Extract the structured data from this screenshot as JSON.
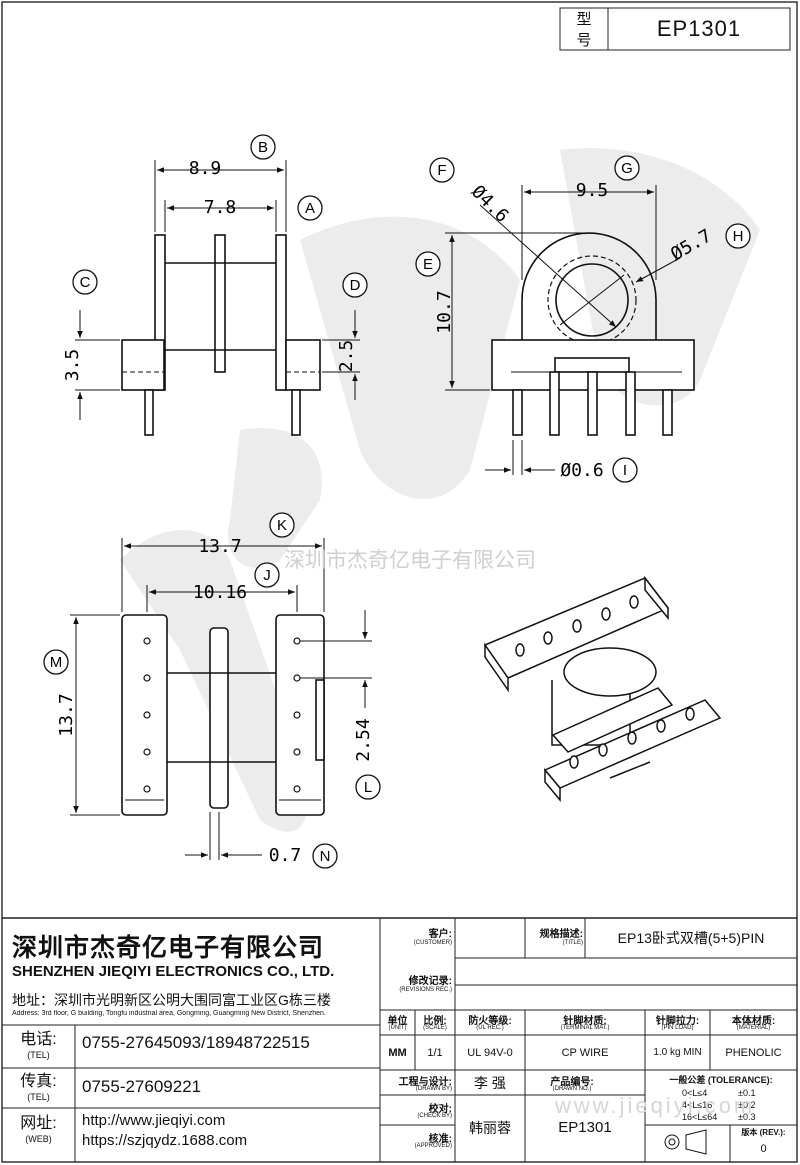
{
  "model_box": {
    "label_line1": "型",
    "label_line2": "号",
    "value": "EP1301"
  },
  "watermark": "深圳市杰奇亿电子有限公司",
  "dims": {
    "b": "8.9",
    "a": "7.8",
    "c": "3.5",
    "d": "2.5",
    "f": "Ø4.6",
    "g": "9.5",
    "h": "Ø5.7",
    "e": "10.7",
    "i": "Ø0.6",
    "k": "13.7",
    "j": "10.16",
    "m": "13.7",
    "l": "2.54",
    "n": "0.7"
  },
  "callouts": {
    "a": "A",
    "b": "B",
    "c": "C",
    "d": "D",
    "e": "E",
    "f": "F",
    "g": "G",
    "h": "H",
    "i": "I",
    "j": "J",
    "k": "K",
    "l": "L",
    "m": "M",
    "n": "N"
  },
  "company": {
    "name_cn": "深圳市杰奇亿电子有限公司",
    "name_en": "SHENZHEN JIEQIYI ELECTRONICS CO., LTD.",
    "address_cn": "地址：深圳市光明新区公明大围同富工业区G栋三楼",
    "address_en": "Address: 3rd floor, G building, Tongfu industrial area, Gongming, Guangming New District, Shenzhen.",
    "tel_label": "电话:",
    "tel_label_en": "(TEL)",
    "tel": "0755-27645093/18948722515",
    "fax_label": "传真:",
    "fax_label_en": "(TEL)",
    "fax": "0755-27609221",
    "web_label": "网址:",
    "web_label_en": "(WEB)",
    "web1": "http://www.jieqiyi.com",
    "web2": "https://szjqydz.1688.com"
  },
  "title_block": {
    "customer_label": "客户:",
    "customer_label_en": "(CUSTOMER)",
    "title_label": "规格描述:",
    "title_label_en": "(TITLE)",
    "title_value": "EP13卧式双槽(5+5)PIN",
    "revisions_label": "修改记录:",
    "revisions_label_en": "(REVISIONS REC.)",
    "unit_label": "单位",
    "unit_label_en": "(UNIT)",
    "unit_value": "MM",
    "scale_label": "比例:",
    "scale_label_en": "(SCALE)",
    "scale_value": "1/1",
    "ul_label": "防火等级:",
    "ul_label_en": "(UL REC.)",
    "ul_value": "UL 94V-0",
    "terminal_label": "针脚材质:",
    "terminal_label_en": "(TERMINAL MAT.)",
    "terminal_value": "CP WIRE",
    "pinload_label": "针脚拉力:",
    "pinload_label_en": "(PIN LOAD)",
    "pinload_value": "1.0 kg MIN",
    "material_label": "本体材质:",
    "material_label_en": "(MATERIAL)",
    "material_value": "PHENOLIC",
    "drawn_label": "工程与设计:",
    "drawn_label_en": "(DRAWN BY)",
    "drawn_value": "李  强",
    "partno_label": "产品编号:",
    "partno_label_en": "(DRAWN NO.)",
    "check_label": "校对:",
    "check_label_en": "(CHECK BY)",
    "approved_label": "核准:",
    "approved_label_en": "(APPROVED)",
    "approved_value": "韩丽蓉",
    "drawing_no": "EP1301",
    "tolerance_label": "一般公差 (TOLERANCE):",
    "tol_range1": "0<L≤4",
    "tol_value1": "±0.1",
    "tol_range2": "4<L≤16",
    "tol_value2": "±0.2",
    "tol_range3": "16<L≤64",
    "tol_value3": "±0.3",
    "rev_label": "版本 (REV.):",
    "rev_value": "0"
  },
  "footer_watermark": "www.jieqiyi.com"
}
